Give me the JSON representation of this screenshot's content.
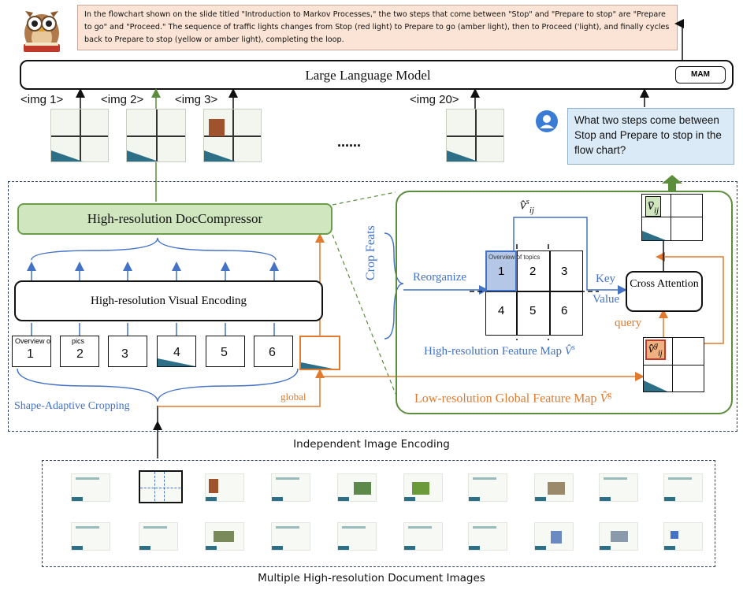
{
  "answer": {
    "text": "In the flowchart shown on the slide titled \"Introduction to Markov Processes,\" the two steps that come between \"Stop\" and \"Prepare to stop\" are \"Prepare to go\" and \"Proceed.\" The sequence of traffic lights changes from Stop (red light) to Prepare to go (amber light), then to Proceed ('light), and finally cycles back to Prepare to stop (yellow or amber light), completing the loop."
  },
  "llm": {
    "label": "Large Language Model",
    "mam": "MAM"
  },
  "image_tokens": [
    "<img 1>",
    "<img 2>",
    "<img 3>",
    "<img 20>"
  ],
  "ellipsis": "......",
  "question": {
    "text": "What two steps come between Stop and Prepare to stop in the flow chart?"
  },
  "left": {
    "doc_compressor": "High-resolution DocCompressor",
    "visual_encoding": "High-resolution Visual Encoding",
    "crop_numbers": [
      "1",
      "2",
      "3",
      "4",
      "5",
      "6"
    ],
    "crop_texts": [
      "Overview o",
      "pics"
    ],
    "shape_adaptive": "Shape-Adaptive Cropping",
    "global": "global"
  },
  "right": {
    "crop_feats": "Crop Feats",
    "reorganize": "Reorganize",
    "v_s_ij": "v̂",
    "v_s_ij_sup": "s",
    "v_s_ij_sub": "ij",
    "grid_numbers": [
      "1",
      "2",
      "3",
      "4",
      "5",
      "6"
    ],
    "grid_title": "Overview of topics",
    "key": "Key",
    "value": "Value",
    "cross_attention": "Cross Attention",
    "query": "query",
    "output_v": "v̄",
    "output_sub": "ij",
    "vg_v": "v̂",
    "vg_sup": "g",
    "vg_sub": "ij",
    "high_res_map": "High-resolution Feature Map",
    "high_res_sym": "V̂",
    "high_res_sup": "s",
    "low_res_map": "Low-resolution Global Feature Map",
    "low_res_sym": "V̂",
    "low_res_sup": "g"
  },
  "independent_label": "Independent Image Encoding",
  "bottom_label": "Multiple High-resolution Document Images",
  "colors": {
    "blue": "#4472c4",
    "orange": "#e07a2e",
    "green": "#5a8d3c",
    "green_fill": "#cfe6bf"
  },
  "icons": [
    "owl-icon",
    "user-icon",
    "up-arrow-icon"
  ]
}
